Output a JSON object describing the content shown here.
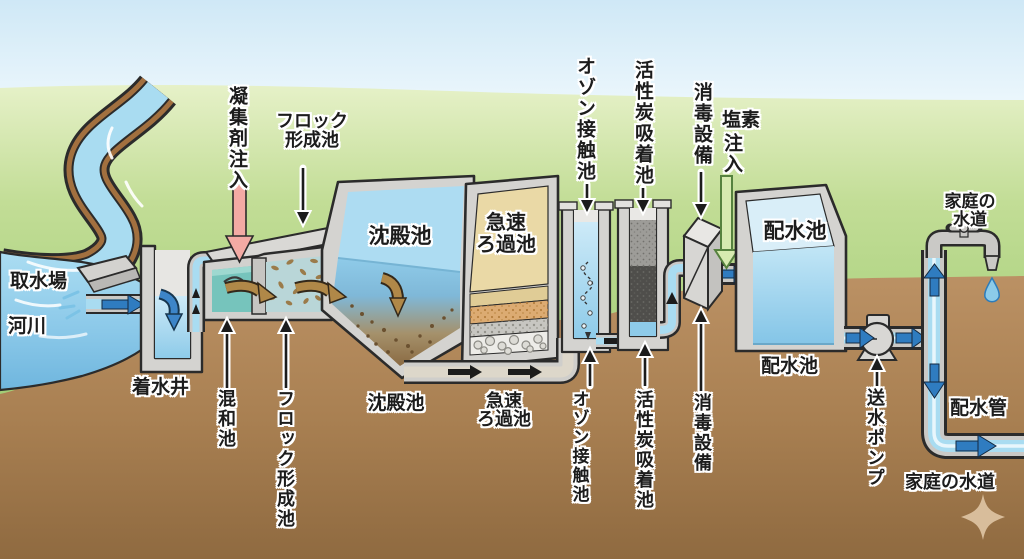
{
  "diagram": "water-treatment-plant-process",
  "palette": {
    "sky": "#d6ecf8",
    "grass": "#aed181",
    "ground": "#b18a59",
    "river_water": "#a9dcf1",
    "tank_concrete": "#d4d3d0",
    "mixing_water_teal": "#76c4bc",
    "sand_filter": "#ead9a6",
    "activated_carbon": "#4f4e4b",
    "coagulant_arrow_pink": "#f3aaa4",
    "chlorine_arrow_green": "#d6eab0",
    "flow_arrow_brown": "#b08848",
    "flow_arrow_blue": "#2f7cc0"
  },
  "icons": {
    "faucet": "faucet-icon",
    "water_drop": "water-drop-icon",
    "pump": "pump-icon",
    "sparkle": "sparkle-icon"
  },
  "labels": {
    "intake": "取水場",
    "river": "河川",
    "receiving_well": "着水井",
    "coagulant_injection": "凝集剤注入",
    "mixing_basin": "混和池",
    "floc_top_line1": "フロック",
    "floc_top_line2": "形成池",
    "floc_bottom": "フロック形成池",
    "sedimentation": "沈殿池",
    "rapid_line1": "急速",
    "rapid_line2": "ろ過池",
    "ozone_contact": "オゾン接触池",
    "activated_carbon": "活性炭吸着池",
    "disinfection": "消毒設備",
    "chlorine_line1": "塩素",
    "chlorine_line2": "注入",
    "distribution_reservoir": "配水池",
    "pump": "送水ポンプ",
    "distribution_pipe": "配水管",
    "household_line1": "家庭の",
    "household_line2": "水道",
    "household": "家庭の水道"
  }
}
